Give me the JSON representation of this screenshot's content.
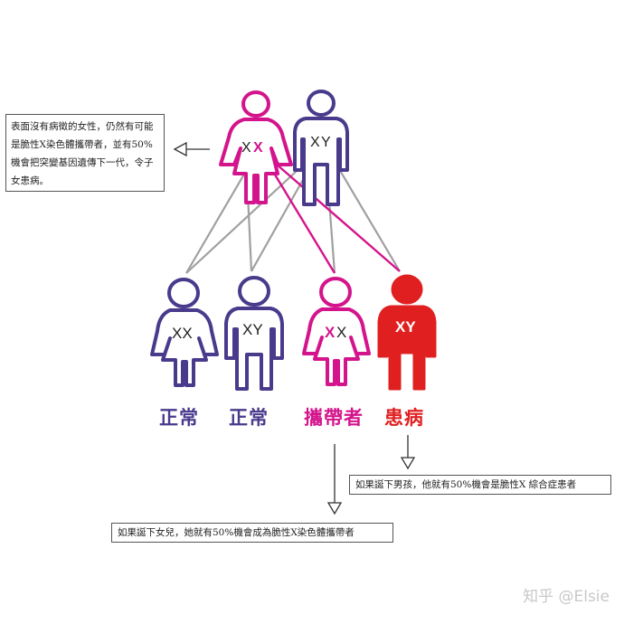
{
  "notes": {
    "mother": "表面沒有病徵的女性，仍然有可能是脆性X染色體攜帶者，並有50%機會把突變基因遺傳下一代，令子女患病。",
    "son": "如果誕下男孩，他就有50%機會是脆性X 綜合症患者",
    "daughter": "如果誕下女兒，她就有50%機會成為脆性X染色體攜帶者"
  },
  "parents": {
    "mother": {
      "chrom_a": "X",
      "chrom_b": "X"
    },
    "father": {
      "chrom_a": "X",
      "chrom_b": "Y"
    }
  },
  "children": [
    {
      "chrom": "XX",
      "status": "正常"
    },
    {
      "chrom": "XY",
      "status": "正常"
    },
    {
      "chrom_a": "X",
      "chrom_b": "X",
      "status": "攜帶者"
    },
    {
      "chrom": "XY",
      "status": "患病"
    }
  ],
  "watermark": "知乎 @Elsie",
  "colors": {
    "normal": "#4a3a8c",
    "carrier": "#d4148c",
    "affected": "#e02020",
    "link_gray": "#a0a0a0",
    "link_magenta": "#d4148c"
  }
}
